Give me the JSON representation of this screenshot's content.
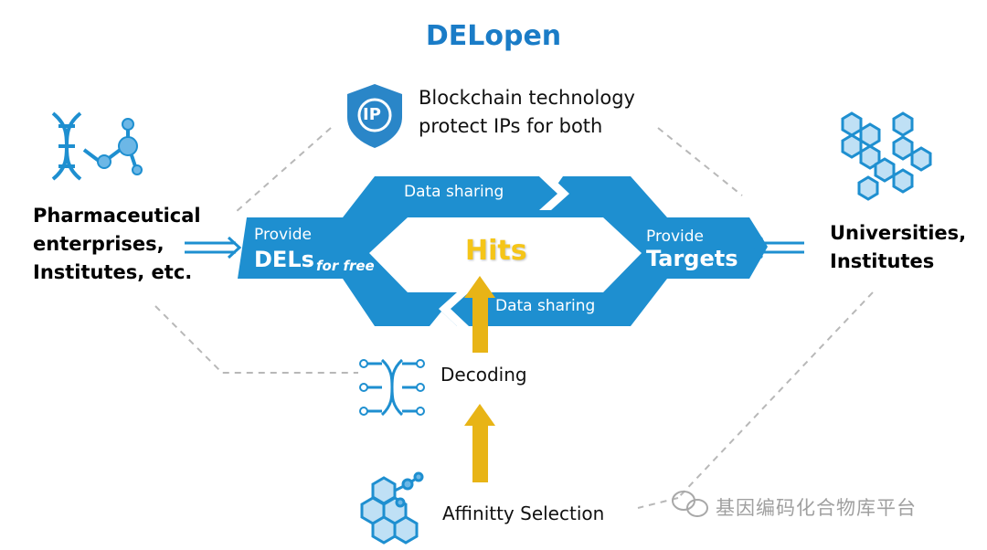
{
  "title": "DELopen",
  "ip_note": {
    "badge": "IP",
    "line1": "Blockchain technology",
    "line2": "protect IPs for both"
  },
  "left_party": {
    "line1": "Pharmaceutical",
    "line2": "enterprises,",
    "line3": "Institutes, etc."
  },
  "right_party": {
    "line1": "Universities,",
    "line2": "Institutes"
  },
  "flow": {
    "left_provide": "Provide",
    "left_main": "DELs",
    "left_note": "for free",
    "right_provide": "Provide",
    "right_main": "Targets",
    "top_label": "Data sharing",
    "bottom_label": "Data sharing",
    "center": "Hits"
  },
  "steps": {
    "decoding": "Decoding",
    "selection": "Affinitty Selection"
  },
  "watermark": "基因编码化合物库平台",
  "colors": {
    "blue": "#1e8fd0",
    "title_blue": "#1a7cc7",
    "yellow": "#e8b416",
    "dashed": "#b8b8b8"
  }
}
